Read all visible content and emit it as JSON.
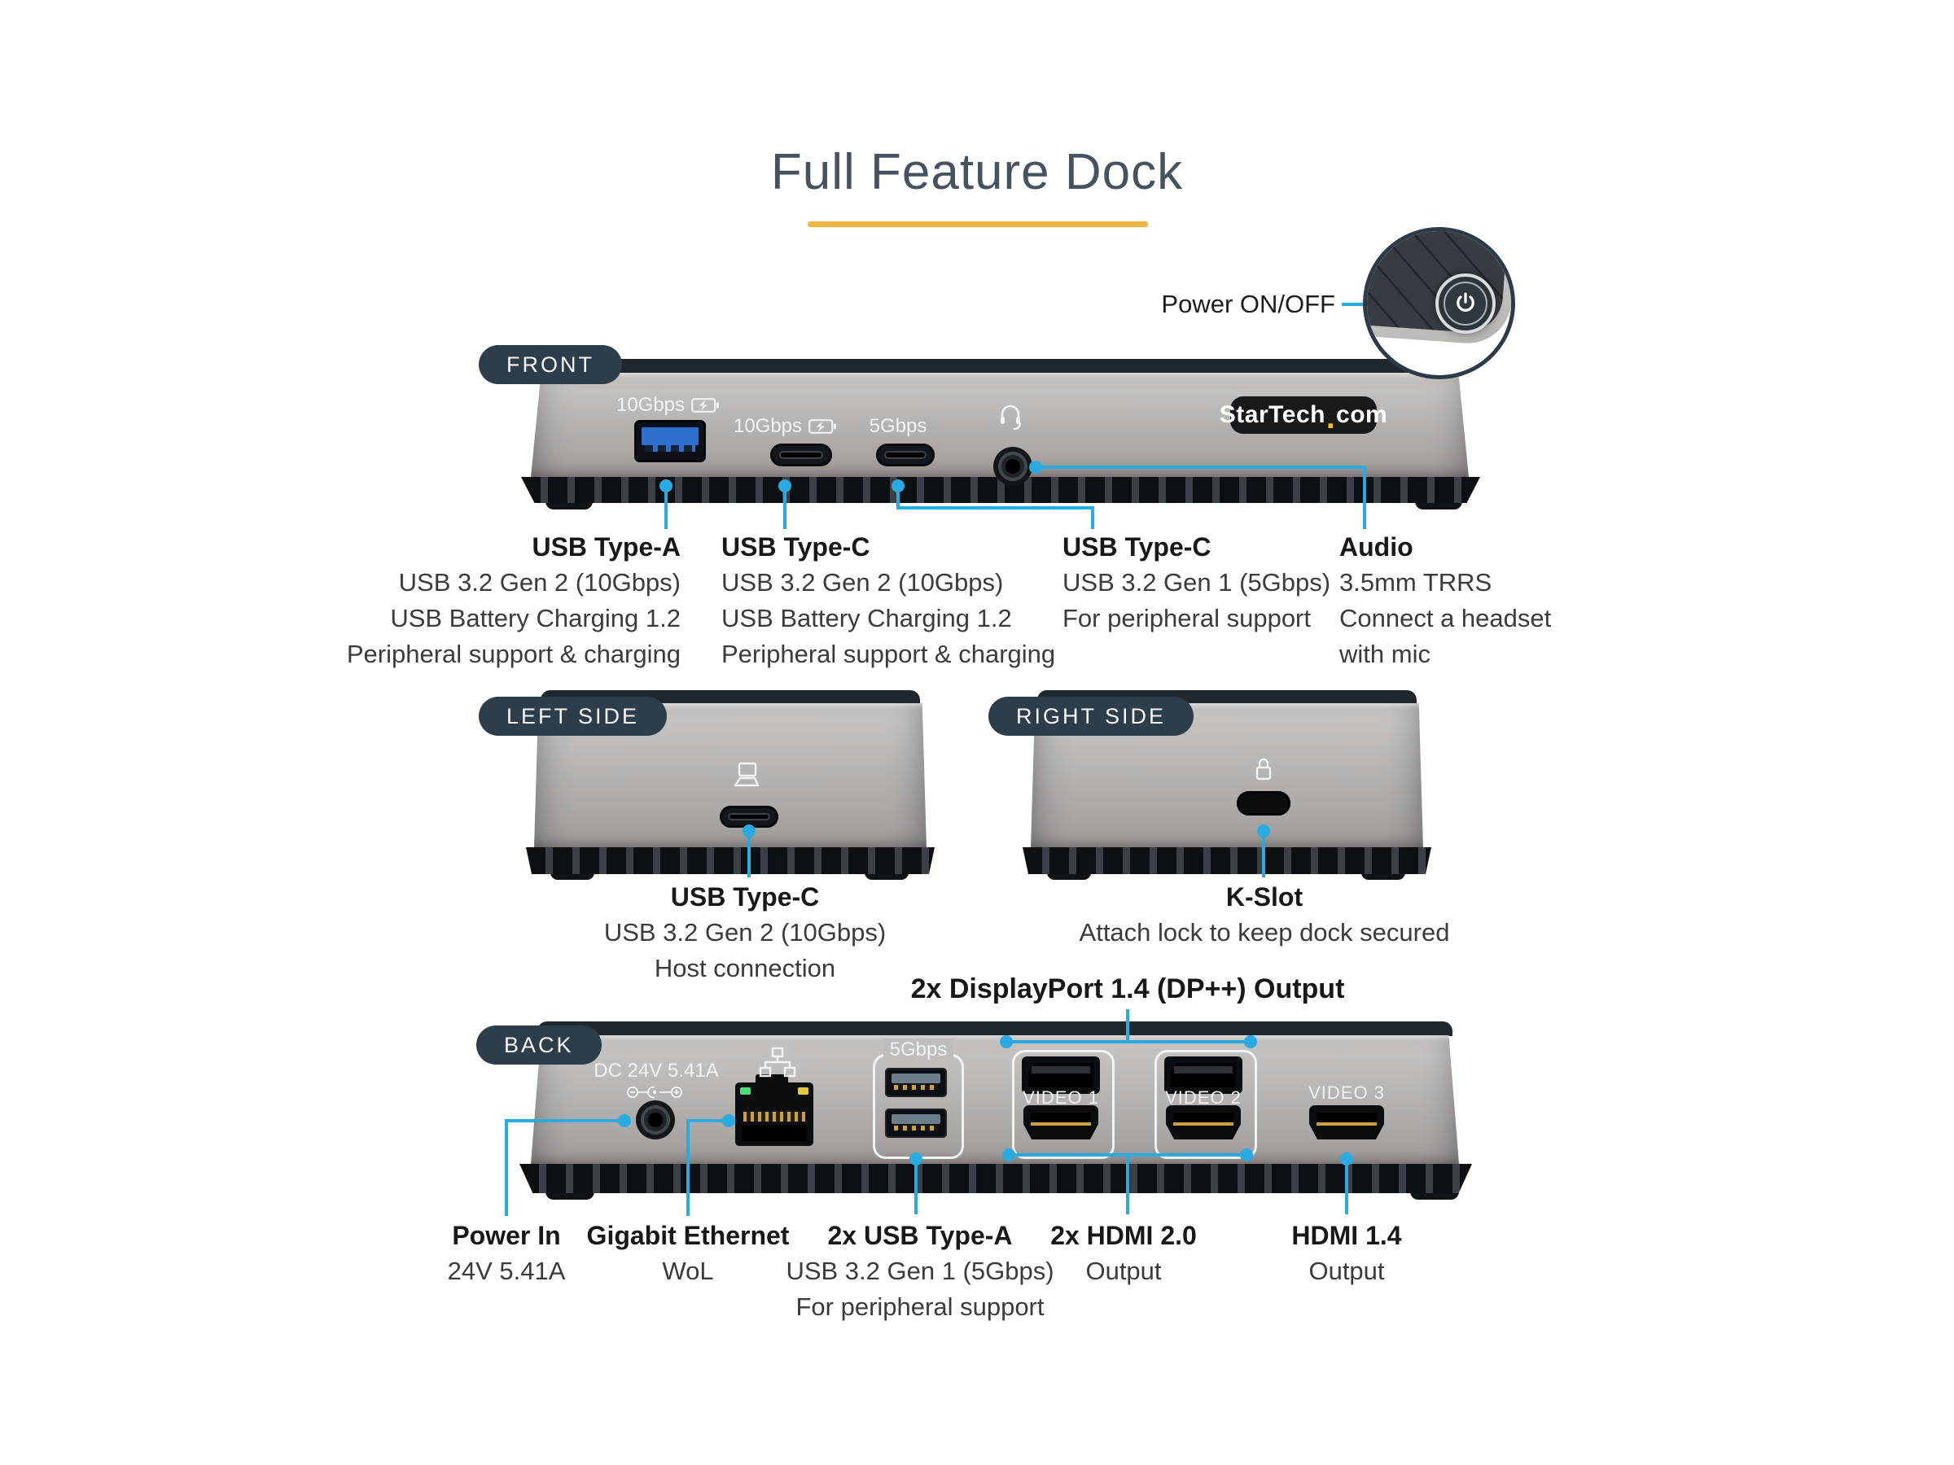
{
  "title": "Full Feature Dock",
  "power_inset": {
    "label": "Power ON/OFF"
  },
  "front": {
    "tag": "FRONT",
    "markings": {
      "usb_a": "10Gbps",
      "usb_c1": "10Gbps",
      "usb_c2": "5Gbps"
    },
    "logo": {
      "name": "StarTech",
      "dot": ".",
      "tld": "com"
    },
    "annotations": [
      {
        "heading": "USB Type-A",
        "lines": [
          "USB 3.2 Gen 2 (10Gbps)",
          "USB Battery Charging 1.2",
          "Peripheral support & charging"
        ]
      },
      {
        "heading": "USB Type-C",
        "lines": [
          "USB 3.2 Gen 2 (10Gbps)",
          "USB Battery Charging 1.2",
          "Peripheral support & charging"
        ]
      },
      {
        "heading": "USB Type-C",
        "lines": [
          "USB 3.2 Gen 1 (5Gbps)",
          "For peripheral support"
        ]
      },
      {
        "heading": "Audio",
        "lines": [
          "3.5mm TRRS",
          "Connect a headset",
          "with mic"
        ]
      }
    ]
  },
  "left_side": {
    "tag": "LEFT SIDE",
    "annotation": {
      "heading": "USB Type-C",
      "lines": [
        "USB 3.2 Gen 2 (10Gbps)",
        "Host connection"
      ]
    }
  },
  "right_side": {
    "tag": "RIGHT SIDE",
    "annotation": {
      "heading": "K-Slot",
      "lines": [
        "Attach lock to keep dock secured"
      ]
    }
  },
  "back": {
    "tag": "BACK",
    "heading": "2x DisplayPort 1.4 (DP++) Output",
    "markings": {
      "dc": "DC 24V 5.41A",
      "usb_group": "5Gbps",
      "video1": "VIDEO 1",
      "video2": "VIDEO 2",
      "video3": "VIDEO 3"
    },
    "annotations": [
      {
        "heading": "Power In",
        "lines": [
          "24V 5.41A"
        ]
      },
      {
        "heading": "Gigabit Ethernet",
        "lines": [
          "WoL"
        ]
      },
      {
        "heading": "2x USB Type-A",
        "lines": [
          "USB 3.2 Gen 1 (5Gbps)",
          "For peripheral support"
        ]
      },
      {
        "heading": "2x HDMI 2.0",
        "lines": [
          "Output"
        ]
      },
      {
        "heading": "HDMI 1.4",
        "lines": [
          "Output"
        ]
      }
    ]
  },
  "colors": {
    "accent_blue": "#29abe2",
    "navy_pill": "#2d3e4a",
    "underline_yellow": "#f2b53d",
    "logo_dot_yellow": "#ffc20e"
  }
}
